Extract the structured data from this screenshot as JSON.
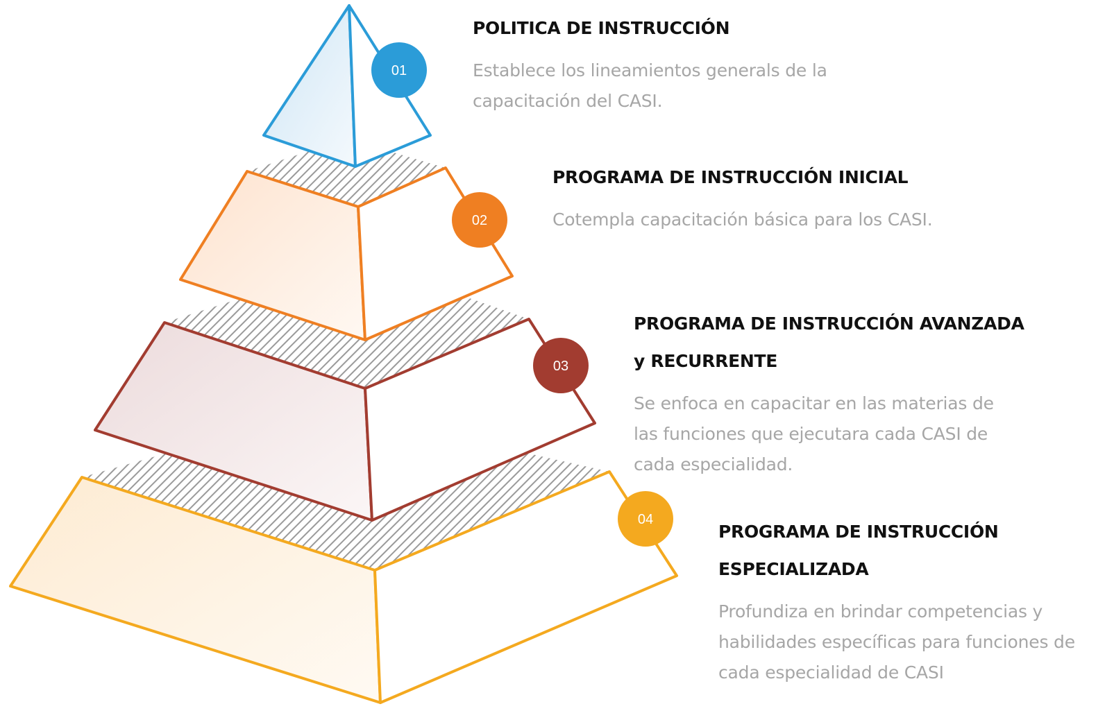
{
  "colors": {
    "level1": "#2b9cd8",
    "level2": "#ef7f22",
    "level3": "#a23c30",
    "level4": "#f4a91f",
    "hatch": "#9a9a9a",
    "title_text": "#111111",
    "desc_text": "#a6a6a6"
  },
  "levels": [
    {
      "number": "01",
      "title_lines": [
        "POLITICA DE INSTRUCCIÓN"
      ],
      "description_lines": [
        "Establece los lineamientos generals de la",
        "capacitación del CASI."
      ]
    },
    {
      "number": "02",
      "title_lines": [
        "PROGRAMA DE INSTRUCCIÓN INICIAL"
      ],
      "description_lines": [
        "Cotempla capacitación básica para los CASI."
      ]
    },
    {
      "number": "03",
      "title_lines": [
        "PROGRAMA DE INSTRUCCIÓN AVANZADA",
        "y RECURRENTE"
      ],
      "description_lines": [
        "Se enfoca en capacitar en las materias de",
        "las funciones que ejecutara cada CASI de",
        "cada especialidad."
      ]
    },
    {
      "number": "04",
      "title_lines": [
        "PROGRAMA DE INSTRUCCIÓN",
        "ESPECIALIZADA"
      ],
      "description_lines": [
        "Profundiza en brindar competencias y",
        "habilidades específicas para funciones de",
        "cada especialidad de CASI"
      ]
    }
  ]
}
